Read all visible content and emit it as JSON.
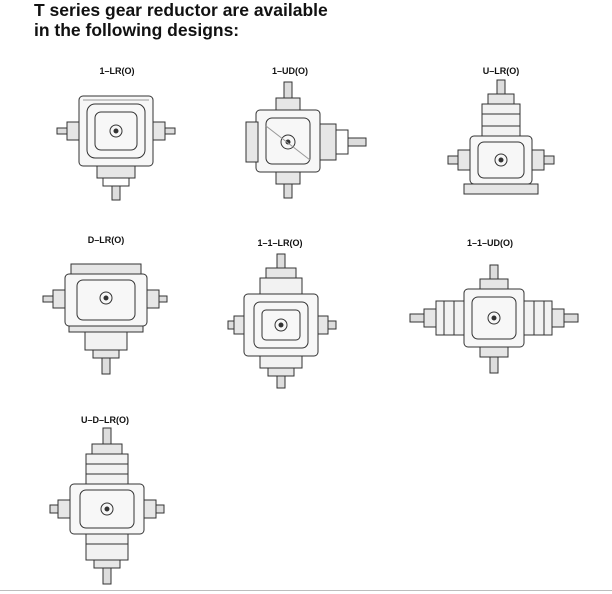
{
  "heading": {
    "line1": "T series gear reductor are available",
    "line2": "in the following designs:"
  },
  "designs": [
    {
      "code": "1–LR(O)"
    },
    {
      "code": "1–UD(O)"
    },
    {
      "code": "U–LR(O)"
    },
    {
      "code": "D–LR(O)"
    },
    {
      "code": "1–1–LR(O)"
    },
    {
      "code": "1–1–UD(O)"
    },
    {
      "code": "U–D–LR(O)"
    }
  ]
}
